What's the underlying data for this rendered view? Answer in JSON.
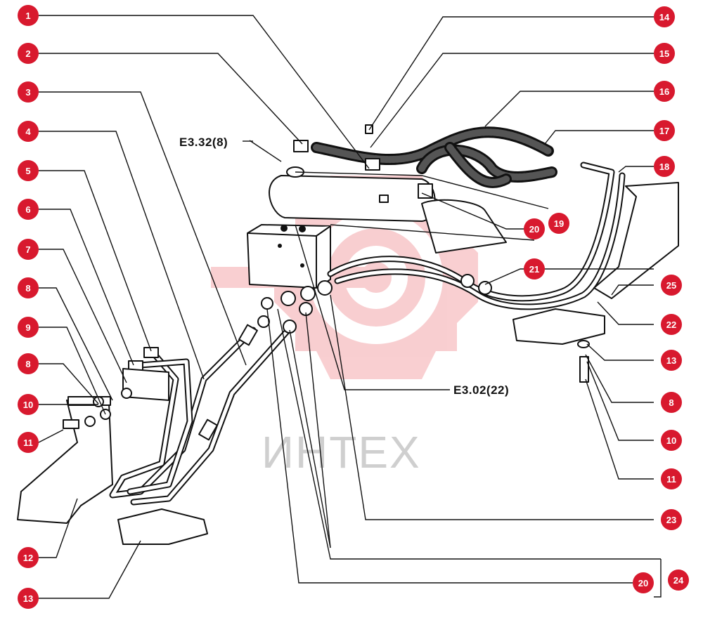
{
  "watermark": {
    "text": "ИНТЕХ",
    "logo": "gear-target-logo",
    "color": "#e3232f"
  },
  "references": {
    "ref_top": "E3.32(8)",
    "ref_bottom": "E3.02(22)"
  },
  "callouts": {
    "left": [
      "1",
      "2",
      "3",
      "4",
      "5",
      "6",
      "7",
      "8",
      "9",
      "8",
      "10",
      "11",
      "12",
      "13"
    ],
    "right": [
      "14",
      "15",
      "16",
      "17",
      "18",
      "19",
      "20",
      "21",
      "25",
      "22",
      "13",
      "8",
      "10",
      "11",
      "23",
      "20",
      "24"
    ]
  },
  "colors": {
    "callout_fill": "#d8192e",
    "line": "#111111"
  }
}
